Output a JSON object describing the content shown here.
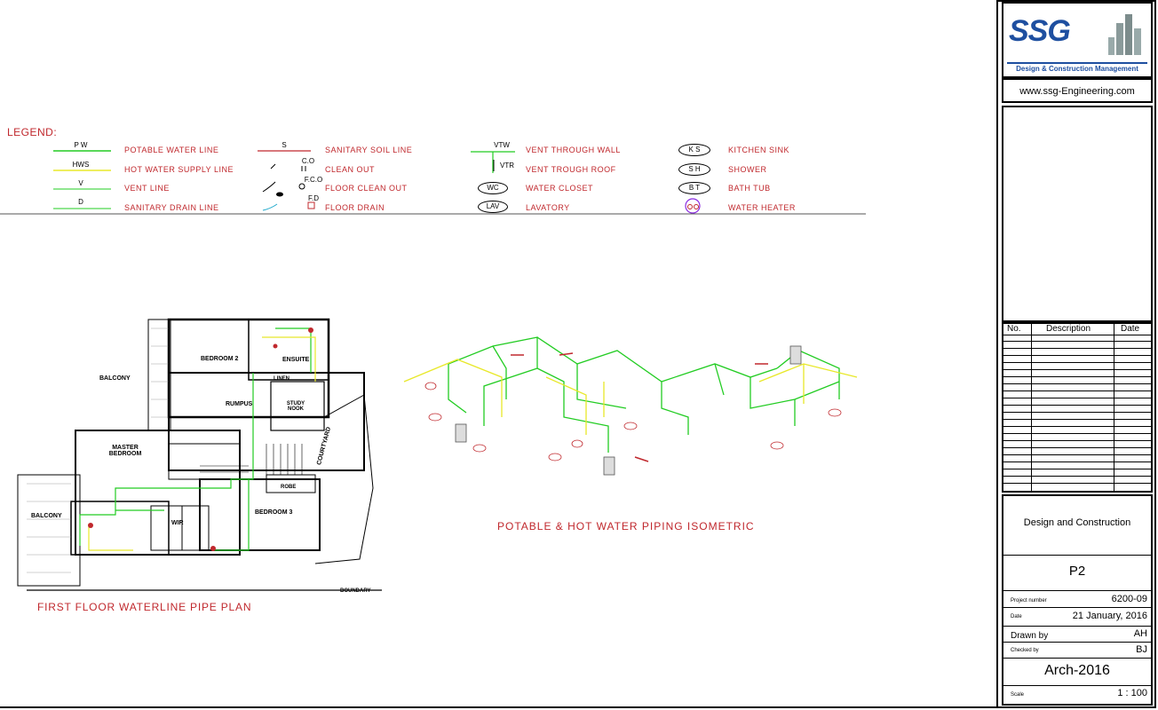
{
  "legend": {
    "title": "LEGEND:",
    "items": [
      {
        "code": "P W",
        "label": "POTABLE WATER LINE"
      },
      {
        "code": "HWS",
        "label": "HOT WATER SUPPLY LINE"
      },
      {
        "code": "V",
        "label": "VENT LINE"
      },
      {
        "code": "D",
        "label": "SANITARY DRAIN LINE"
      },
      {
        "code": "S",
        "label": "SANITARY SOIL LINE"
      },
      {
        "code": "C.O",
        "label": "CLEAN OUT"
      },
      {
        "code": "F.C.O",
        "label": "FLOOR CLEAN OUT"
      },
      {
        "code": "F.D",
        "label": "FLOOR DRAIN"
      },
      {
        "code": "VTW",
        "label": "VENT THROUGH WALL"
      },
      {
        "code": "VTR",
        "label": "VENT TROUGH ROOF"
      },
      {
        "code": "WC",
        "label": "WATER CLOSET"
      },
      {
        "code": "LAV",
        "label": "LAVATORY"
      },
      {
        "code": "K S",
        "label": "KITCHEN SINK"
      },
      {
        "code": "S H",
        "label": "SHOWER"
      },
      {
        "code": "B T",
        "label": "BATH TUB"
      },
      {
        "code": "",
        "label": "WATER HEATER"
      }
    ]
  },
  "plan": {
    "title": "FIRST FLOOR WATERLINE PIPE PLAN",
    "rooms": {
      "bedroom2": "BEDROOM 2",
      "ensuite": "ENSUITE",
      "rumpus": "RUMPUS",
      "study": "STUDY NOOK",
      "master": "MASTER BEDROOM",
      "bedroom3": "BEDROOM 3",
      "wir": "WIR",
      "robe": "ROBE",
      "linen": "LINEN",
      "balcony_top": "BALCONY",
      "balcony_bottom": "BALCONY",
      "courtyard": "COURTYARD"
    },
    "boundary": "BOUNDARY"
  },
  "isometric": {
    "title": "POTABLE & HOT WATER PIPING ISOMETRIC"
  },
  "colors": {
    "pipe_cold": "#22cc22",
    "pipe_hot": "#e8e82a",
    "label_red": "#c0282d",
    "logo_blue": "#1e4fa0"
  },
  "title_block": {
    "logo_text": "SSG",
    "logo_tagline": "Design & Construction Management",
    "website": "www.ssg-Engineering.com",
    "revision_headers": [
      "No.",
      "Description",
      "Date"
    ],
    "company": "Design and Construction",
    "sheet": "P2",
    "project_number_label": "Project number",
    "project_number": "6200-09",
    "date_label": "Date",
    "date": "21 January, 2016",
    "drawn_by_label": "Drawn by",
    "drawn_by": "AH",
    "checked_by_label": "Checked by",
    "checked_by": "BJ",
    "drawing_ref": "Arch-2016",
    "scale_label": "Scale",
    "scale": "1 : 100"
  }
}
